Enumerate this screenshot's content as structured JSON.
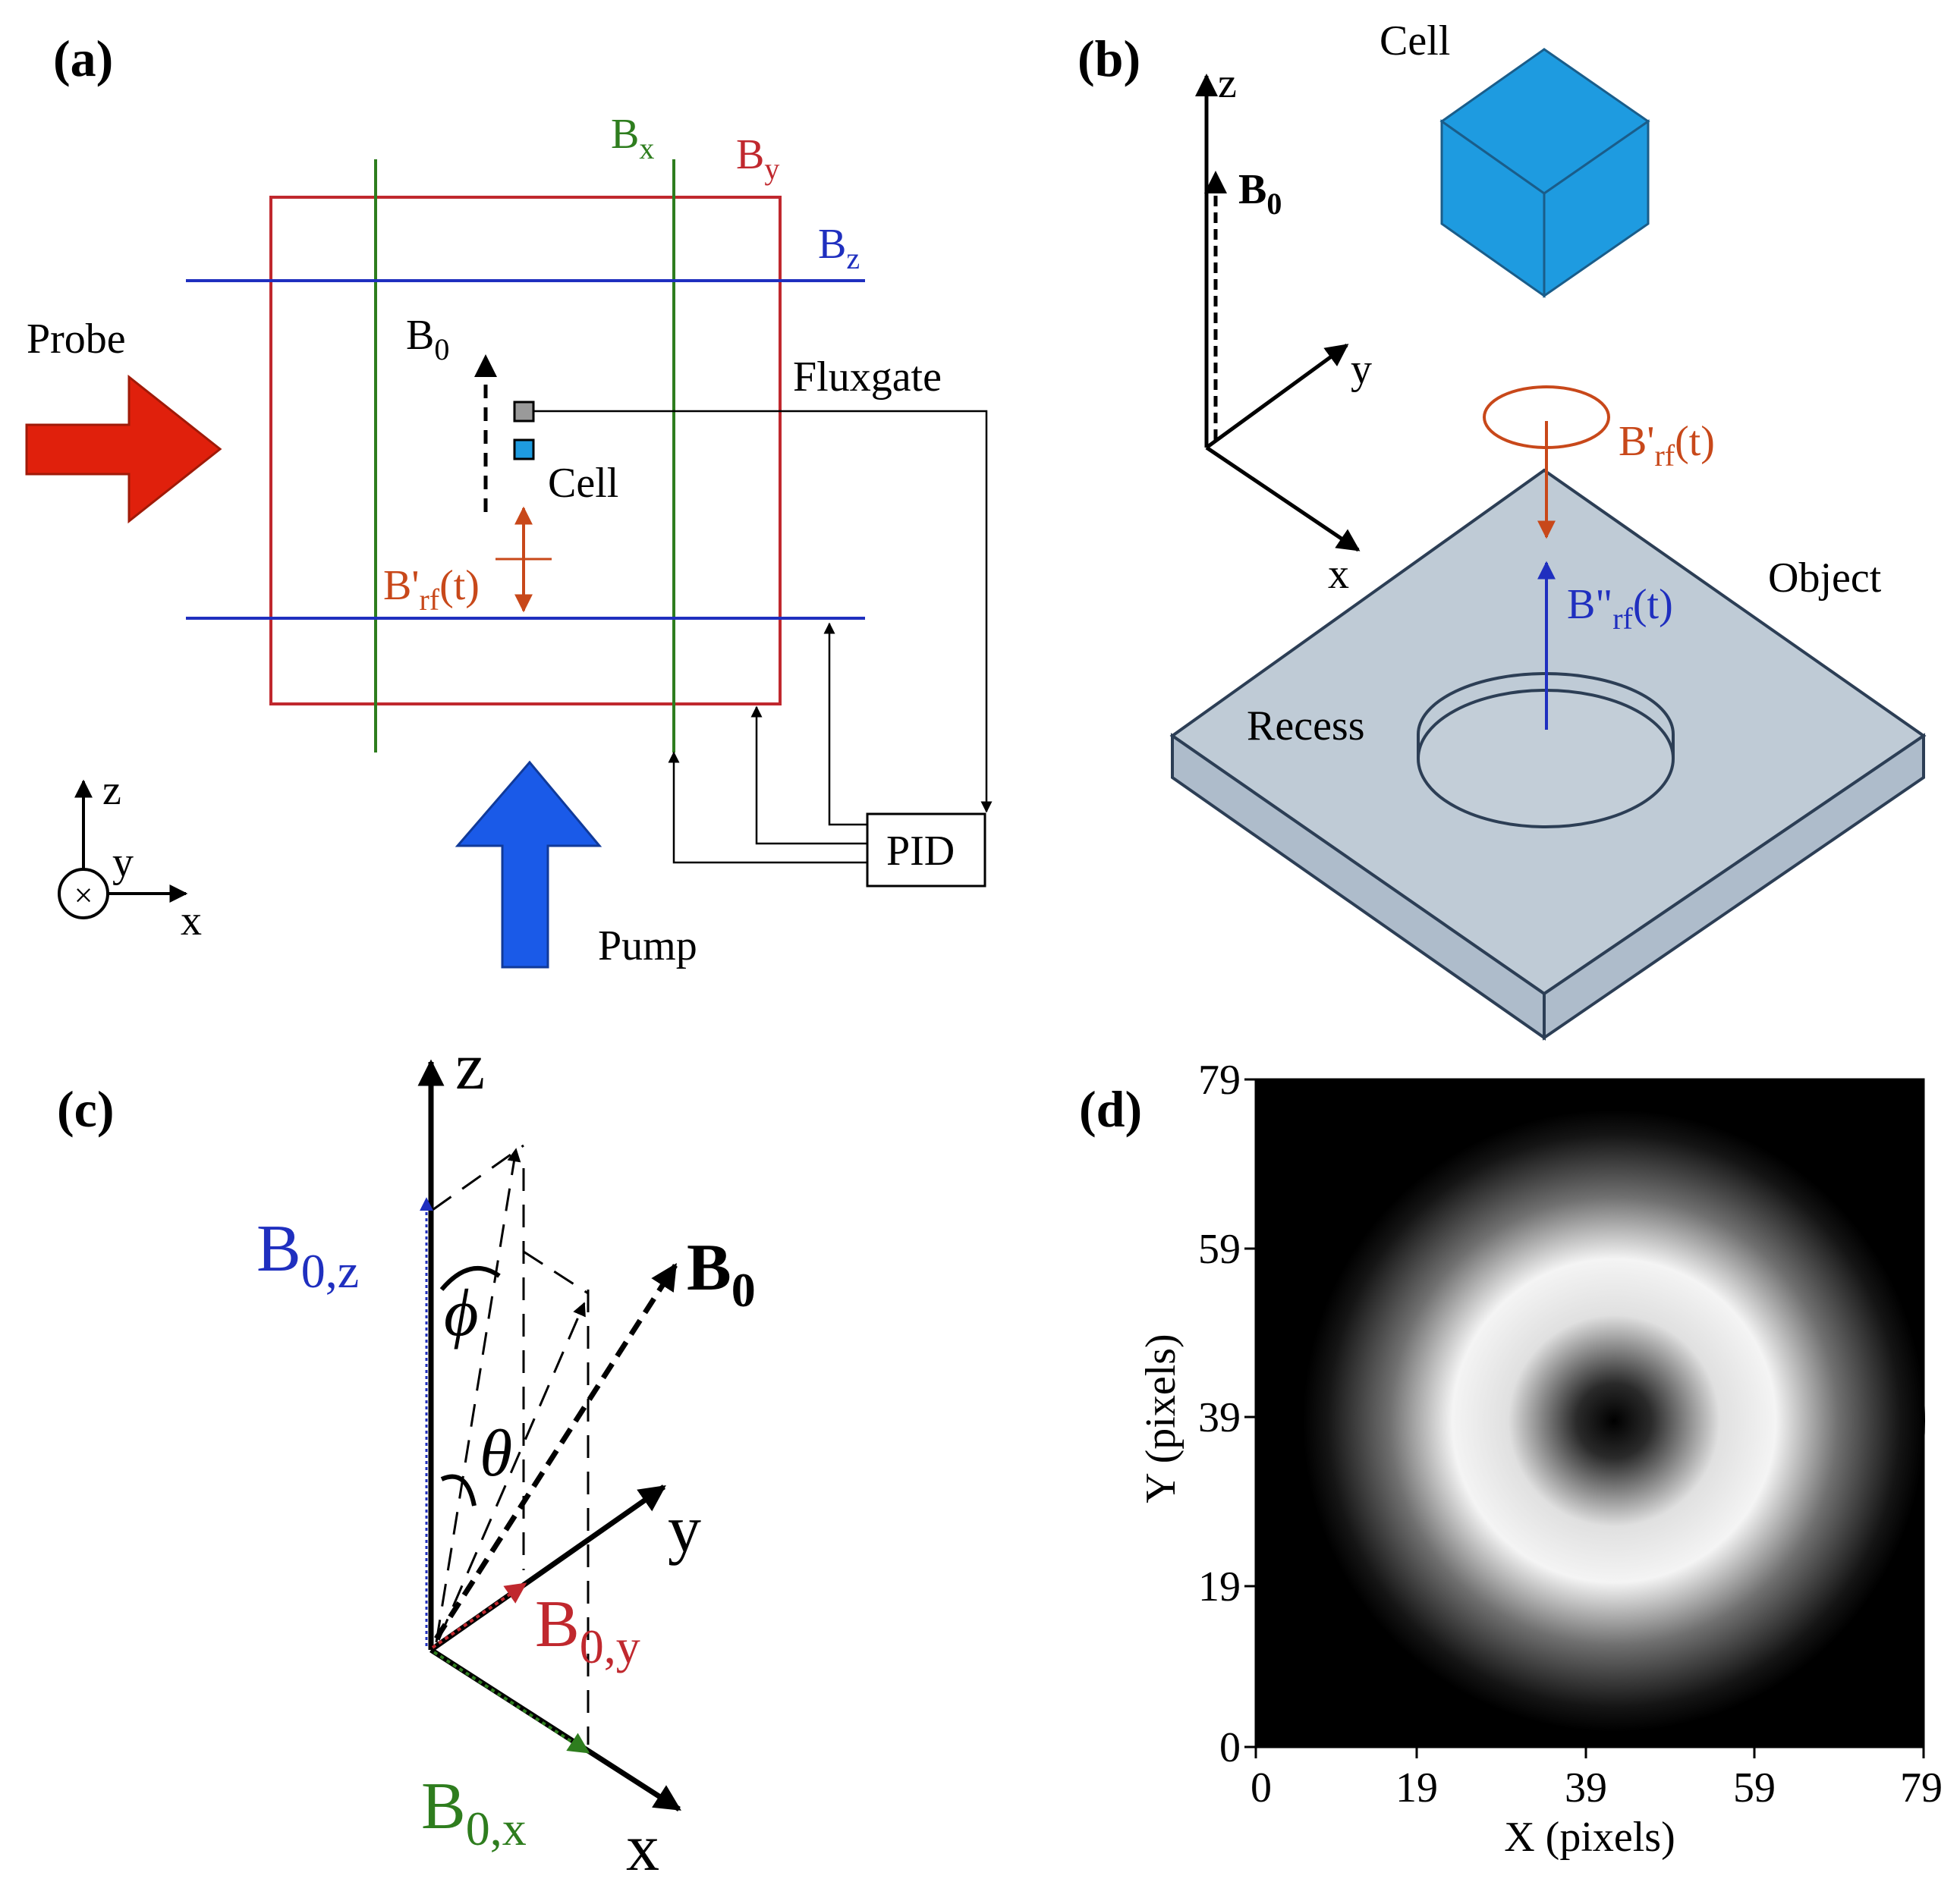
{
  "panels": {
    "a": {
      "label": "(a)",
      "probe": "Probe",
      "pump": "Pump",
      "fluxgate": "Fluxgate",
      "cell": "Cell",
      "pid": "PID",
      "b0": "B",
      "b0_sub": "0",
      "bx": "B",
      "bx_sub": "x",
      "by": "B",
      "by_sub": "y",
      "bz": "B",
      "bz_sub": "z",
      "brf": "B'",
      "brf_sub": "rf",
      "brf_tail": "(t)",
      "axis_z": "z",
      "axis_y": "y",
      "axis_x": "x"
    },
    "b": {
      "label": "(b)",
      "cell": "Cell",
      "object": "Object",
      "recess": "Recess",
      "b0": "B",
      "b0_sub": "0",
      "brf1": "B'",
      "brf1_sub": "rf",
      "brf1_tail": "(t)",
      "brf2": "B\"",
      "brf2_sub": "rf",
      "brf2_tail": "(t)",
      "axis_z": "z",
      "axis_y": "y",
      "axis_x": "x"
    },
    "c": {
      "label": "(c)",
      "axis_z": "z",
      "axis_y": "y",
      "axis_x": "x",
      "b0": "B",
      "b0_sub": "0",
      "b0z": "B",
      "b0z_sub": "0,z",
      "b0y": "B",
      "b0y_sub": "0,y",
      "b0x": "B",
      "b0x_sub": "0,x",
      "phi": "ϕ",
      "theta": "θ"
    },
    "d": {
      "label": "(d)",
      "xlabel": "X (pixels)",
      "ylabel": "Y (pixels)",
      "xticks": [
        "0",
        "19",
        "39",
        "59",
        "79"
      ],
      "yticks": [
        "0",
        "19",
        "39",
        "59",
        "79"
      ]
    }
  },
  "colors": {
    "red": "#c0282e",
    "green": "#2e7d1e",
    "blue": "#1f2fbf",
    "orange": "#c8481a",
    "cube": "#1e9be0",
    "plate": "#bfcbd6",
    "plate_edge": "#2c3e55",
    "probe_arrow": "#e0200c",
    "pump_arrow": "#1a5ae8"
  }
}
